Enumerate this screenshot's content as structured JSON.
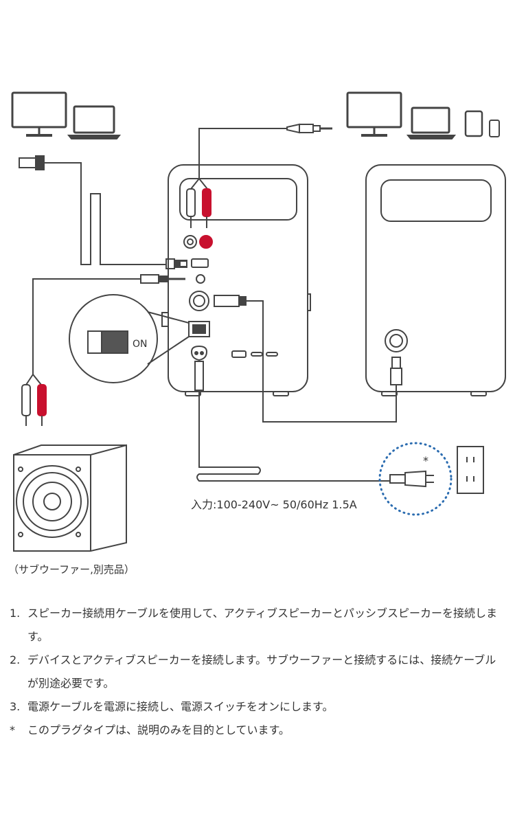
{
  "diagram": {
    "switch_label": "ON",
    "power_spec": "入力:100-240V~ 50/60Hz 1.5A",
    "plug_note_mark": "*",
    "subwoofer_caption": "（サブウーファー,別売品）"
  },
  "instructions": [
    {
      "num": "1.",
      "text": "スピーカー接続用ケーブルを使用して、アクティブスピーカーとパッシブスピーカーを接続します。"
    },
    {
      "num": "2.",
      "text": "デバイスとアクティブスピーカーを接続します。サブウーファーと接続するには、接続ケーブルが別途必要です。"
    },
    {
      "num": "3.",
      "text": "電源ケーブルを電源に接続し、電源スイッチをオンにします。"
    },
    {
      "num": "*",
      "text": "このプラグタイプは、説明のみを目的としています。"
    }
  ],
  "colors": {
    "line": "#444444",
    "red": "#c8102e",
    "blue_dots": "#2b6cb0"
  },
  "icons": [
    "desktop-monitor-icon",
    "laptop-icon",
    "tablet-icon",
    "phone-icon",
    "usb-plug-icon",
    "audio-jack-icon",
    "rca-plug-icon",
    "power-plug-icon",
    "wall-outlet-icon",
    "subwoofer-icon"
  ]
}
